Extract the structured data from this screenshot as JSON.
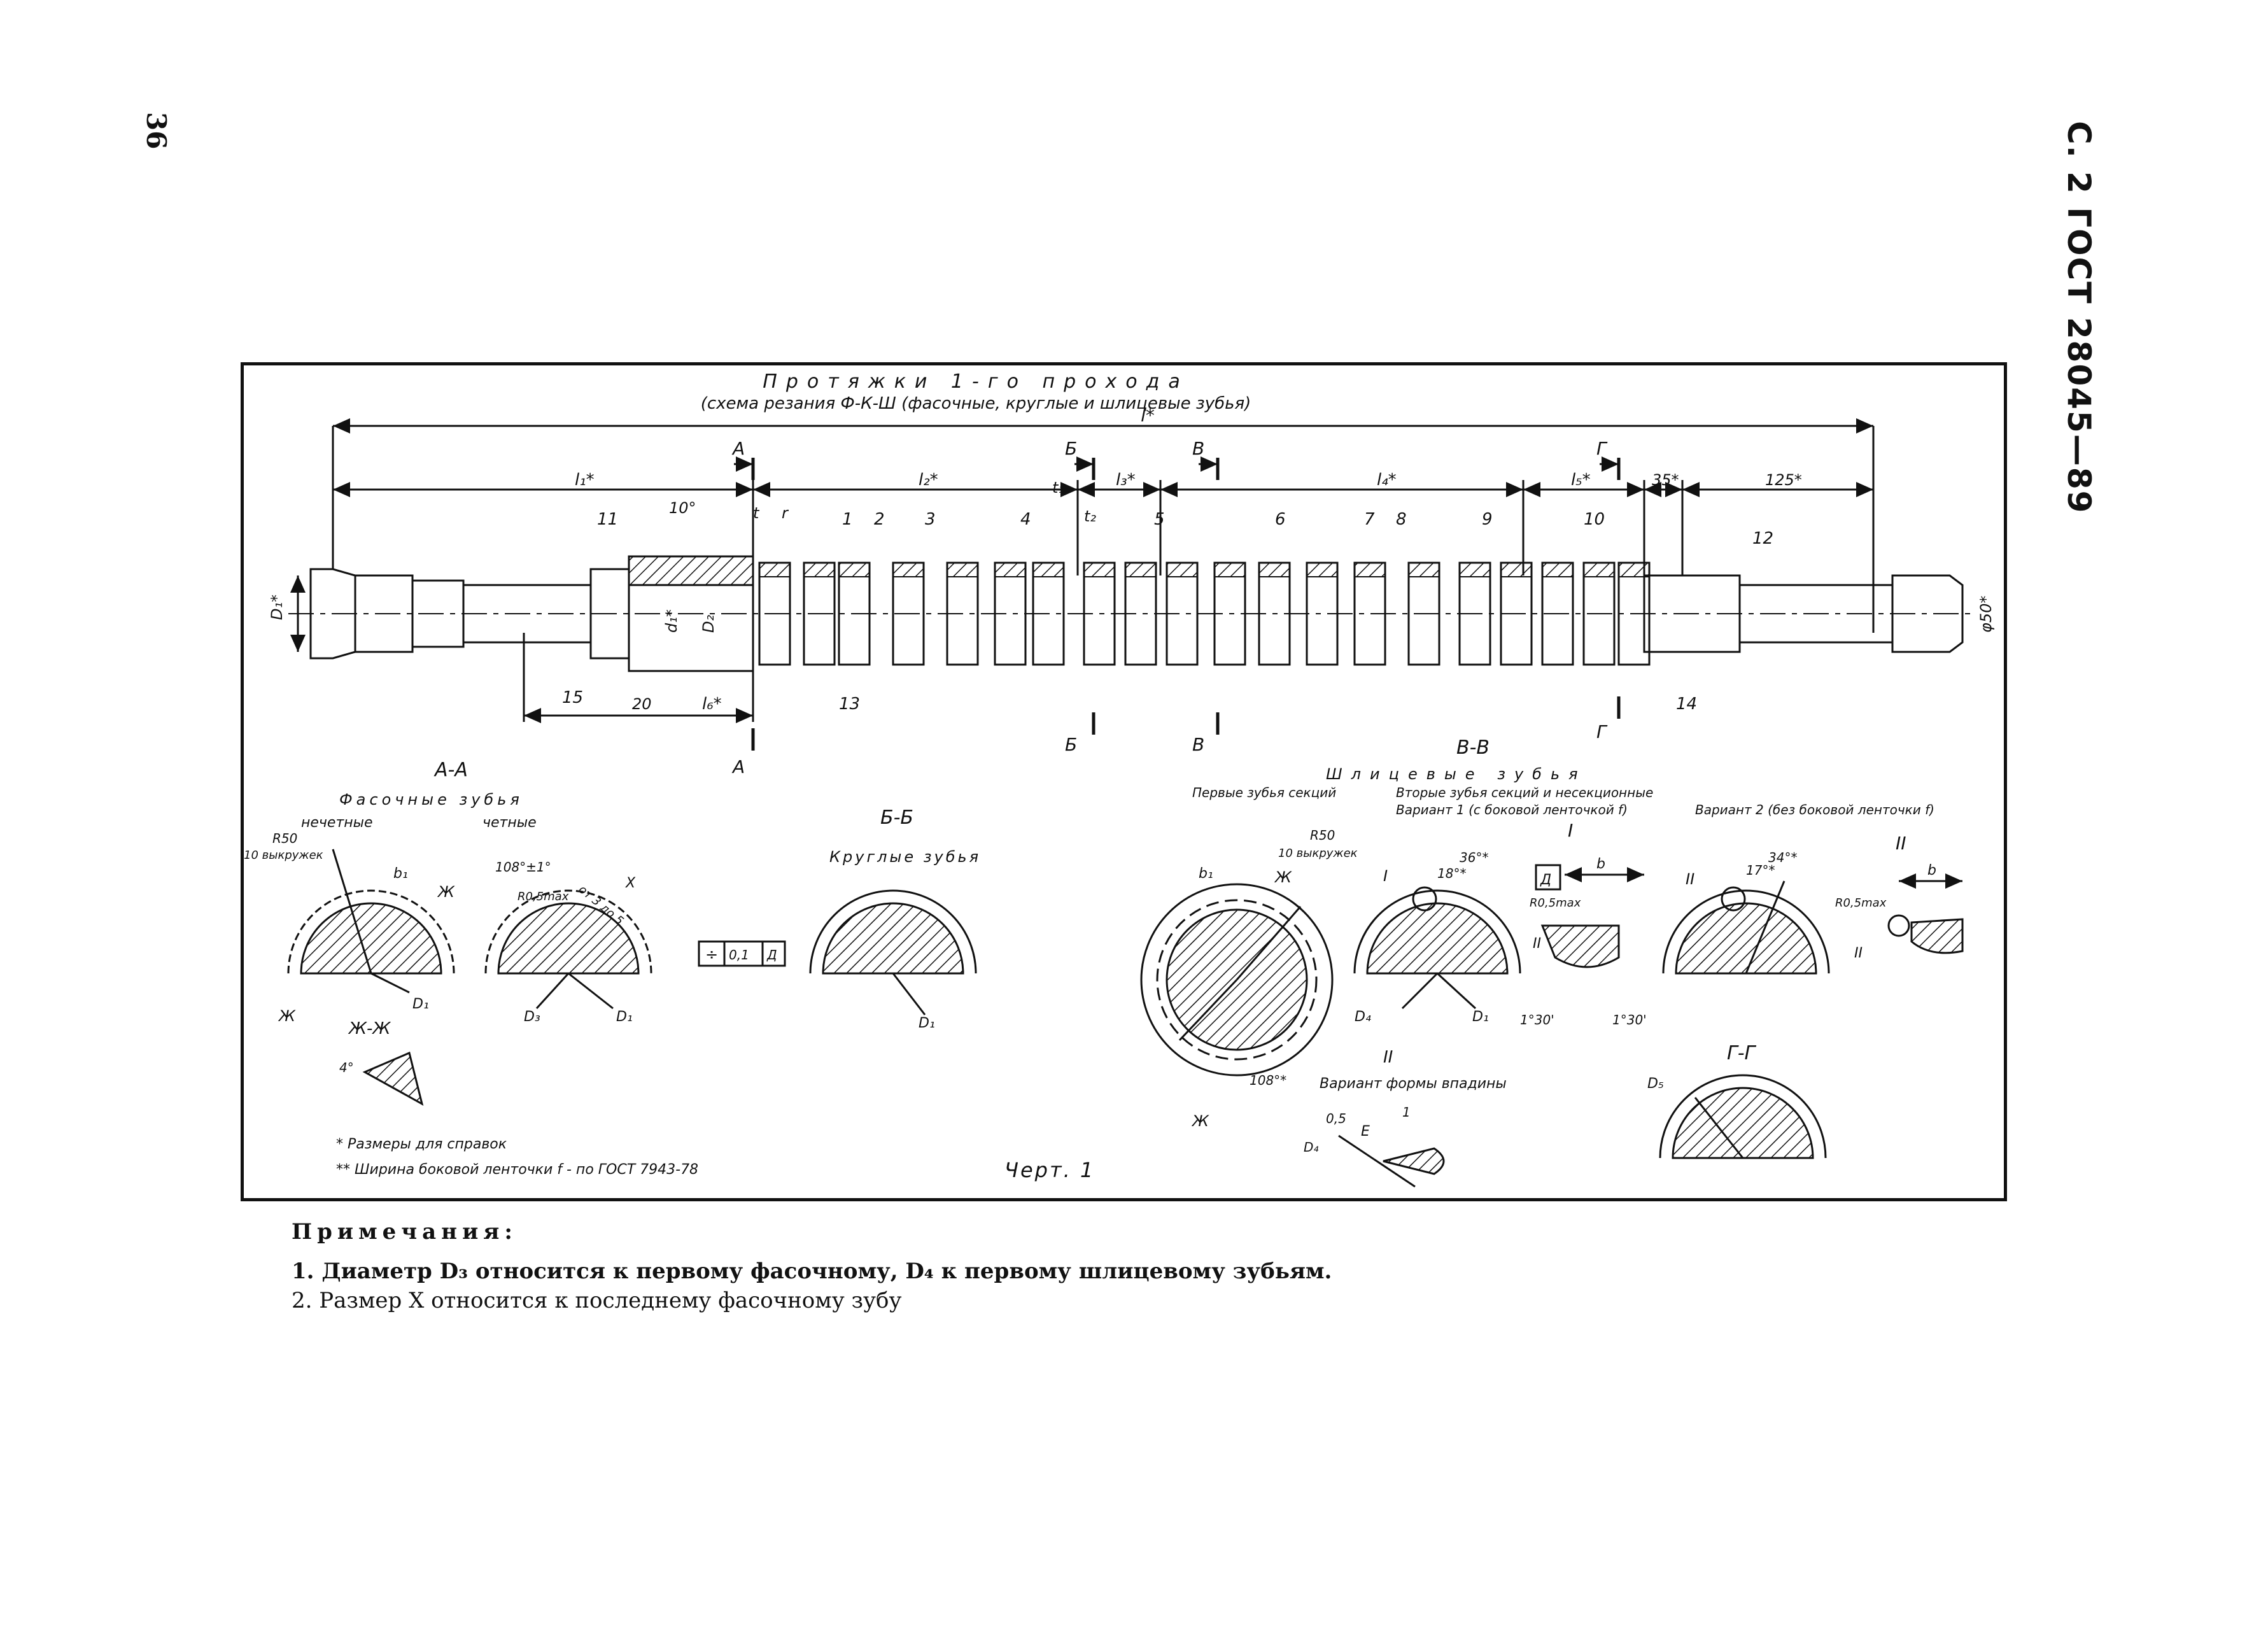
{
  "page": {
    "number": "36",
    "header": "С. 2 ГОСТ 28045—89"
  },
  "drawing": {
    "title": "Протяжки 1-го прохода",
    "subtitle": "(схема резания Ф-К-Ш (фасочные, круглые и шлицевые зубья)",
    "dims": {
      "l_total": "l*",
      "l1": "l₁*",
      "l2": "l₂*",
      "l3": "l₃*",
      "l4": "l₄*",
      "l5": "l₅*",
      "l6": "l₆*",
      "d35": "35*",
      "d125": "125*",
      "t": "t",
      "t1": "t₁",
      "t2": "t₂",
      "r": "r",
      "angle10": "10°",
      "D1": "D₁*",
      "d1": "d₁*",
      "D2": "D₂",
      "phi50": "φ50*",
      "d20": "20"
    },
    "callouts": [
      "1",
      "2",
      "3",
      "4",
      "5",
      "6",
      "7",
      "8",
      "9",
      "10",
      "11",
      "12",
      "13",
      "14",
      "15"
    ],
    "section_marks": {
      "A": "А",
      "B": "Б",
      "V": "В",
      "G": "Г",
      "ZH": "Ж"
    },
    "section_titles": {
      "aa": "А-А",
      "aa_sub": "Фасочные зубья",
      "odd": "нечетные",
      "even": "четные",
      "bb": "Б-Б",
      "bb_sub": "Круглые зубья",
      "vv": "В-В",
      "vv_sub": "Шлицевые зубья",
      "vv_first": "Первые зубья секций",
      "vv_second": "Вторые зубья секций и несекционные",
      "var1": "Вариант 1 (с боковой ленточкой f)",
      "var2": "Вариант 2 (без боковой ленточки f)",
      "zhzh": "Ж-Ж",
      "gg": "Г-Г",
      "detail1": "I",
      "detail2": "II",
      "detail2_caption": "Вариант формы впадины"
    },
    "detail_labels": {
      "R50": "R50",
      "vykr": "10 выкружек",
      "b1": "b₁",
      "b": "b",
      "ang108": "108°±1°",
      "rmax": "R0,5max",
      "x": "X",
      "x_note": "от 3 до 5",
      "tol_sym": "÷",
      "tol_val": "0,1",
      "tol_base": "Д",
      "base_D": "Д",
      "D1": "D₁",
      "D3": "D₃",
      "D4": "D₄",
      "D5": "D₅",
      "ang4": "4°",
      "ang36": "36°*",
      "ang18": "18°*",
      "ang34": "34°*",
      "ang17": "17°*",
      "ang108b": "108°*",
      "ang130a": "1°30'",
      "ang130b": "1°30'",
      "d05": "0,5",
      "d1": "1",
      "e": "E"
    },
    "footnotes": [
      "* Размеры для справок",
      "** Ширина боковой ленточки f - по ГОСТ 7943-78"
    ],
    "caption": "Черт. 1"
  },
  "notes": {
    "title": "Примечания:",
    "items": [
      "1. Диаметр D₃ относится к первому фасочному, D₄ к первому шлицевому зубьям.",
      "2. Размер X относится к последнему фасочному зубу"
    ]
  },
  "colors": {
    "ink": "#111111",
    "paper": "#ffffff"
  }
}
